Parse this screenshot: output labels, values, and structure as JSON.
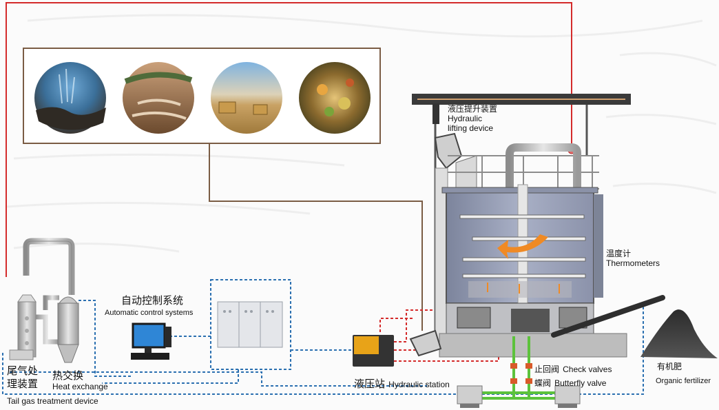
{
  "labels": {
    "hydraulic_lifting_zh": "液压提升装置",
    "hydraulic_lifting_en_1": "Hydraulic",
    "hydraulic_lifting_en_2": "lifting device",
    "thermometers_zh": "温度计",
    "thermometers_en": "Thermometers",
    "control_zh": "自动控制系统",
    "control_en": "Automatic control systems",
    "tail_gas_zh_1": "尾气处",
    "tail_gas_zh_2": "理装置",
    "tail_gas_en": "Tail gas treatment device",
    "heat_exchange_zh": "热交换",
    "heat_exchange_en": "Heat exchange",
    "hydraulic_station_zh": "液压站",
    "hydraulic_station_en": "Hydraulic station",
    "check_valves_zh": "止回阀",
    "check_valves_en": "Check valves",
    "butterfly_valve_zh": "蝶阀",
    "butterfly_valve_en": "Butterfly valve",
    "fertilizer_zh": "有机肥",
    "fertilizer_en": "Organic fertilizer"
  },
  "photos": [
    {
      "icon": "livestock-manure-photo"
    },
    {
      "icon": "sludge-field-photo"
    },
    {
      "icon": "straw-field-photo"
    },
    {
      "icon": "kitchen-waste-photo"
    }
  ],
  "colors": {
    "exhaust_pipe": "#d42a2a",
    "signal_line": "#2a6fb0",
    "feed_line": "#7a5c44",
    "water_pipe": "#5cc23c",
    "tank_body": "#9ea5bc",
    "agitation_arrow": "#f08a24",
    "hydraulic_station": "#e8a318",
    "monitor_screen": "#2f86d6"
  }
}
